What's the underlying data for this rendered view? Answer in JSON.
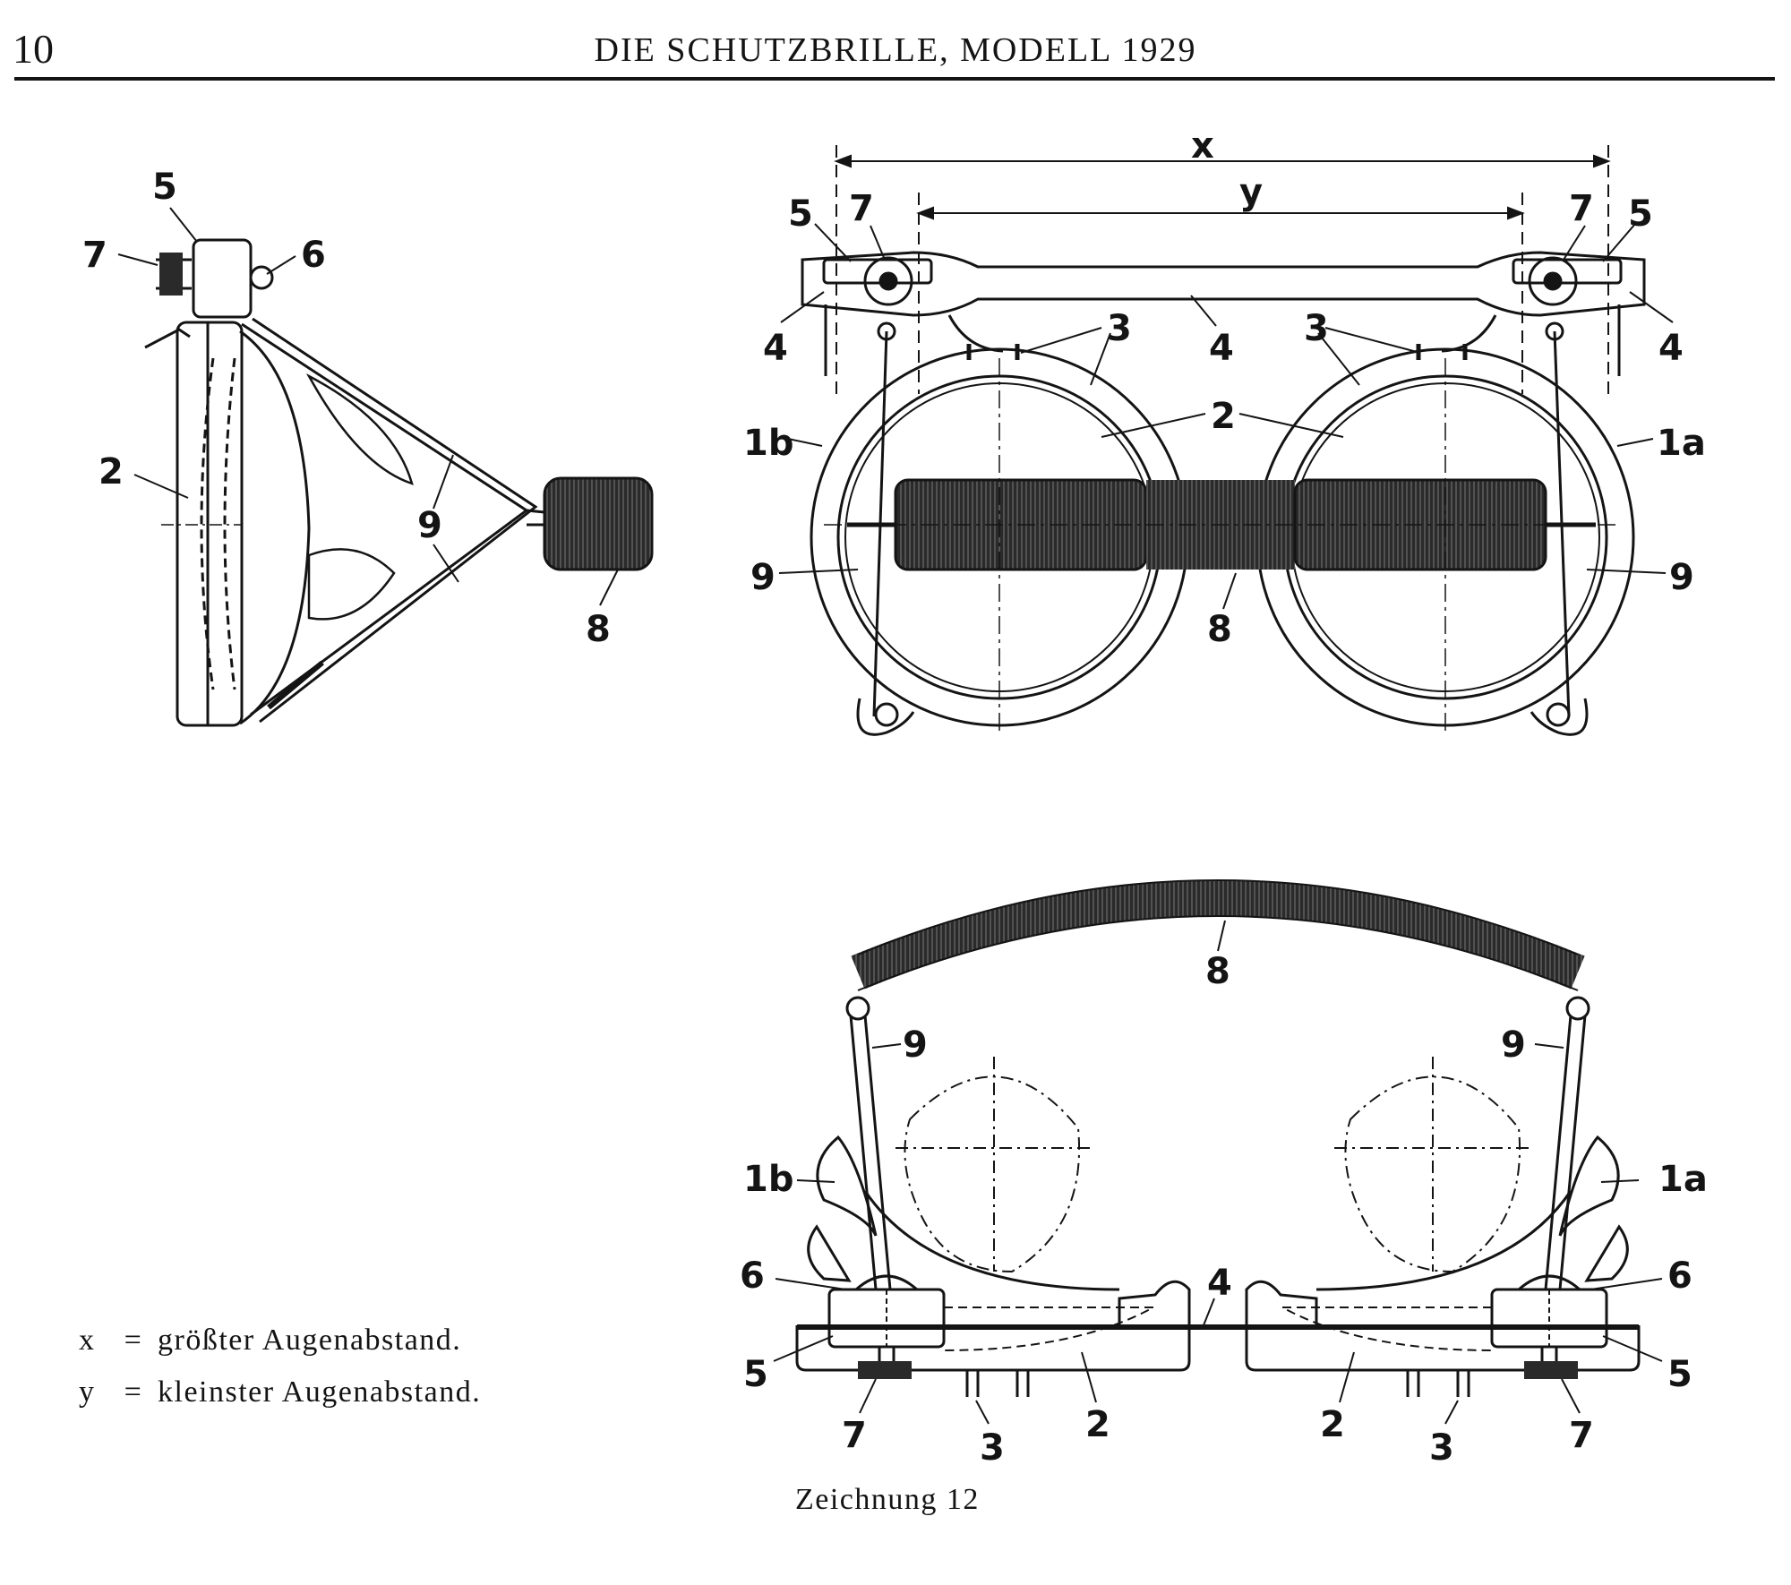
{
  "header": {
    "page_number": "10",
    "title": "DIE SCHUTZBRILLE, MODELL 1929"
  },
  "legend": [
    {
      "var": "x",
      "eq": "=",
      "text": "größter Augenabstand."
    },
    {
      "var": "y",
      "eq": "=",
      "text": "kleinster Augenabstand."
    }
  ],
  "caption": "Zeichnung 12",
  "labels": {
    "side": {
      "l5": "5",
      "l7": "7",
      "l6": "6",
      "l2": "2",
      "l9": "9",
      "l8": "8"
    },
    "front": {
      "x": "x",
      "y": "y",
      "l5a": "5",
      "l7a": "7",
      "l7b": "7",
      "l5b": "5",
      "l4a": "4",
      "l4b": "4",
      "l4c": "4",
      "l3a": "3",
      "l3b": "3",
      "l1b": "1b",
      "l1a": "1a",
      "l2": "2",
      "l9a": "9",
      "l9b": "9",
      "l8": "8"
    },
    "top": {
      "l8": "8",
      "l9a": "9",
      "l9b": "9",
      "l1b": "1b",
      "l1a": "1a",
      "l6a": "6",
      "l6b": "6",
      "l4": "4",
      "l5a": "5",
      "l5b": "5",
      "l7a": "7",
      "l7b": "7",
      "l3a": "3",
      "l3b": "3",
      "l2a": "2",
      "l2b": "2"
    }
  }
}
